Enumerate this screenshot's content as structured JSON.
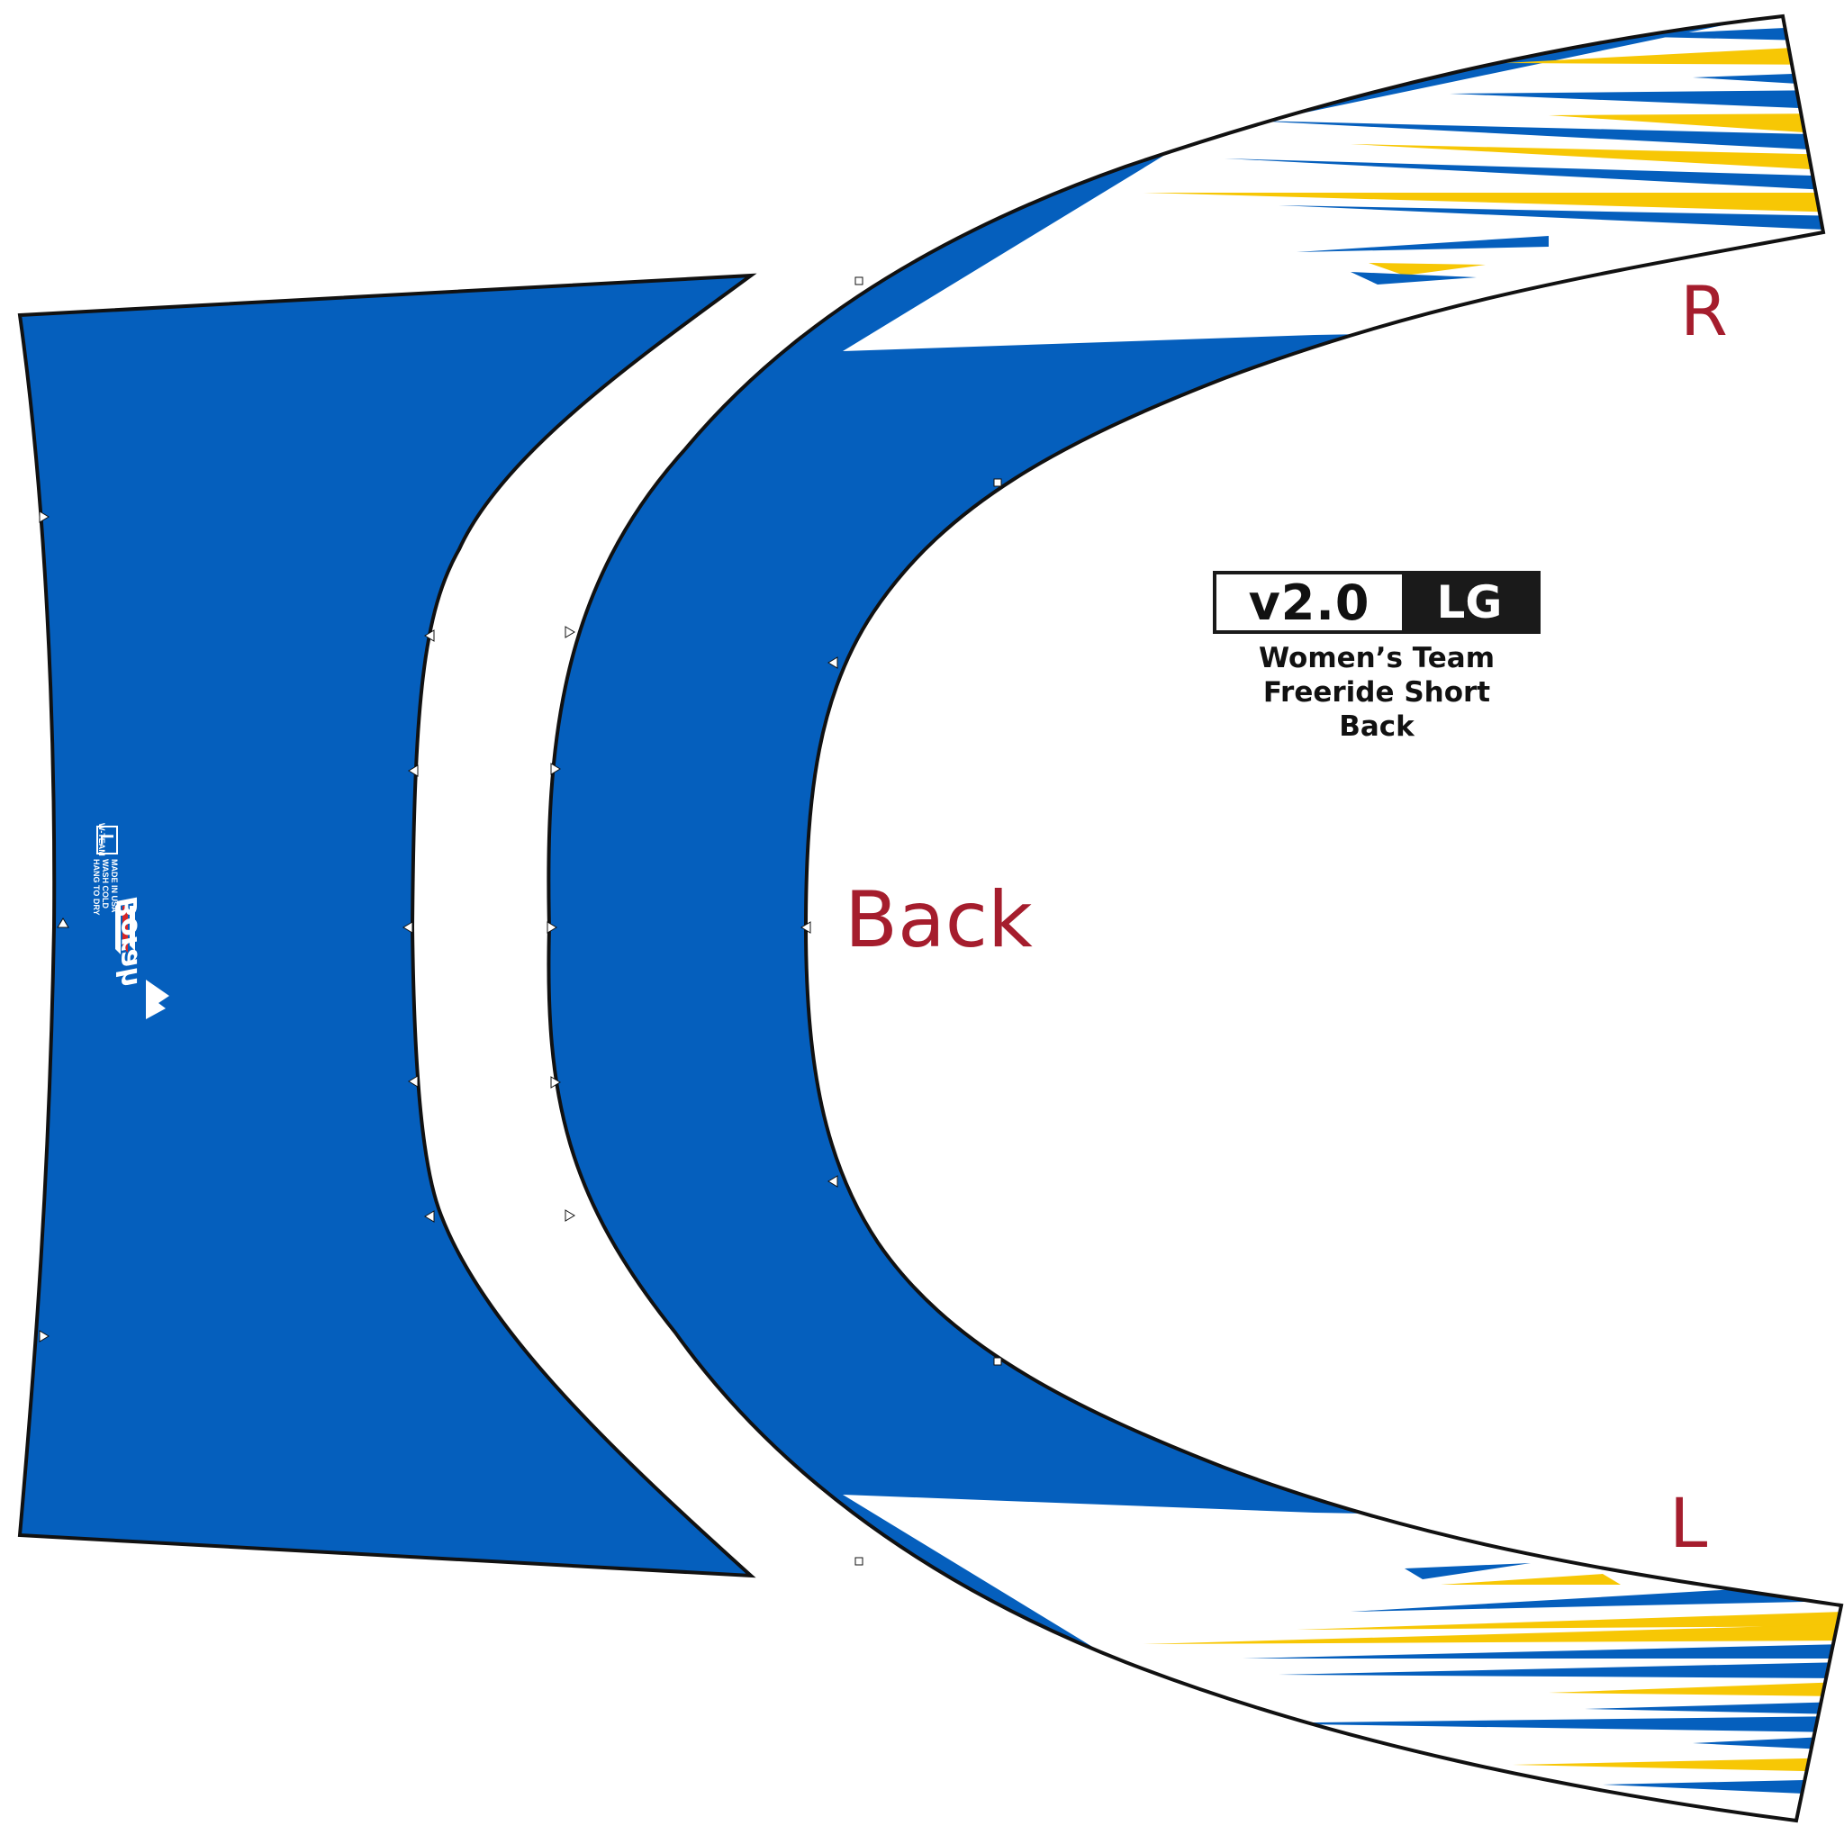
{
  "pattern": {
    "title_labels": {
      "back": "Back",
      "right": "R",
      "left": "L"
    },
    "version_tag": {
      "version": "v2.0",
      "size": "LG"
    },
    "description": {
      "line1": "Women’s Team",
      "line2": "Freeride Short",
      "line3": "Back"
    },
    "care_label": {
      "team": "W-TEAM",
      "size_letter": "L",
      "line1": "MADE IN USA",
      "line2": "WASH COLD",
      "line3": "HANG TO DRY",
      "brand": "Borah"
    },
    "colors": {
      "primary_blue": "#055fbd",
      "accent_yellow": "#f7c705",
      "label_red": "#a51d2d",
      "outline": "#111111"
    }
  }
}
